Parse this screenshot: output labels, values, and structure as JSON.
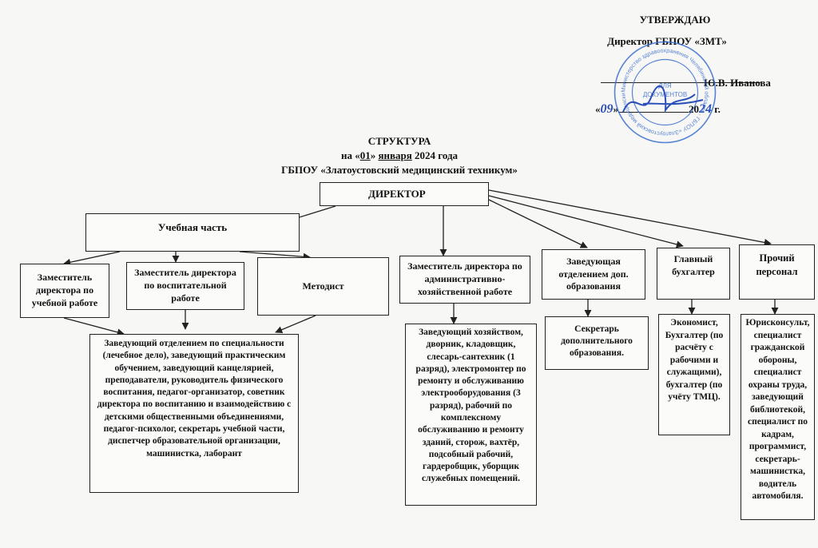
{
  "approval": {
    "heading": "УТВЕРЖДАЮ",
    "position": "Директор ГБПОУ «ЗМТ»",
    "name": "Ю.В. Иванова",
    "date_open": "«",
    "date_day": "09",
    "date_close": "»",
    "date_year_prefix": "20",
    "date_year_suffix": "24",
    "date_suffix": "г."
  },
  "stamp": {
    "text": "Министерство здравоохранения Челябинской области · ГБПОУ «Златоустовский медицинский техникум» · ДЛЯ ДОКУМЕНТОВ"
  },
  "title": {
    "line1": "СТРУКТУРА",
    "line2_prefix": "на «",
    "line2_day": "01",
    "line2_mid": "» ",
    "line2_month": "января",
    "line2_suffix": " 2024 года",
    "line3": "ГБПОУ «Златоустовский медицинский техникум»"
  },
  "director": "ДИРЕКТОР",
  "study_part": "Учебная часть",
  "units": {
    "deputy_study": "Заместитель директора по учебной работе",
    "deputy_upbringing": "Заместитель директора по воспитательной работе",
    "methodist": "Методист",
    "deputy_admin": "Заместитель директора по административно-хозяйственной работе",
    "head_addl_edu": "Заведующая отделением доп. образования",
    "chief_accountant": "Главный бухгалтер",
    "other_staff": "Прочий персонал"
  },
  "subunits": {
    "study_staff": "Заведующий отделением по специальности (лечебное дело), заведующий практическим обучением, заведующий канцелярией, преподаватели, руководитель физического воспитания, педагог-организатор, советник директора по воспитанию и взаимодействию с детскими общественными объединениями, педагог-психолог, секретарь учебной части, диспетчер образовательной организации, машинистка, лаборант",
    "admin_staff": "Заведующий хозяйством, дворник, кладовщик, слесарь-сантехник (1 разряд), электромонтер по ремонту и обслуживанию электрооборудования (3 разряд), рабочий по комплексному обслуживанию и ремонту зданий, сторож, вахтёр, подсобный рабочий, гардеробщик, уборщик служебных помещений.",
    "addl_edu_staff": "Секретарь дополнительного образования.",
    "accounting_staff": "Экономист, Бухгалтер (по расчёту с рабочими и служащими), бухгалтер (по учёту ТМЦ).",
    "other_staff_list": "Юрисконсульт, специалист гражданской обороны, специалист охраны труда, заведующий библиотекой, специалист по кадрам, программист, секретарь-машинистка, водитель автомобиля."
  },
  "colors": {
    "ink": "#111111",
    "stamp": "#3b6fd0",
    "signature": "#2a4fb8"
  }
}
